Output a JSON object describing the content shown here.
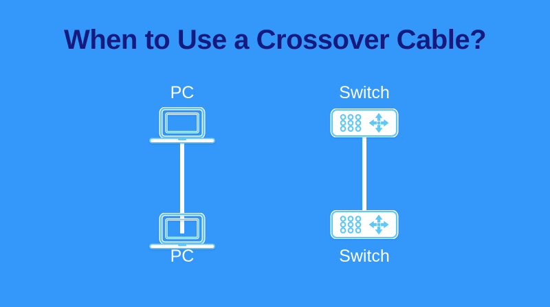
{
  "slide": {
    "title": "When to Use a Crossover Cable?",
    "background_color": "#3498fb",
    "title_color": "#151a7e",
    "label_color": "#ffffff",
    "icon_color": "#5fc8f8",
    "icon_fill": "#ffffff",
    "cable_color": "#ffffff"
  },
  "diagram": {
    "connections": [
      {
        "id": "pc-to-pc",
        "top_label": "PC",
        "bottom_label": "PC",
        "top_icon": "laptop-icon",
        "bottom_icon": "laptop-icon",
        "cable_icon": "crossover-cable-line"
      },
      {
        "id": "switch-to-switch",
        "top_label": "Switch",
        "bottom_label": "Switch",
        "top_icon": "network-switch-icon",
        "bottom_icon": "network-switch-icon",
        "cable_icon": "crossover-cable-line"
      }
    ]
  }
}
